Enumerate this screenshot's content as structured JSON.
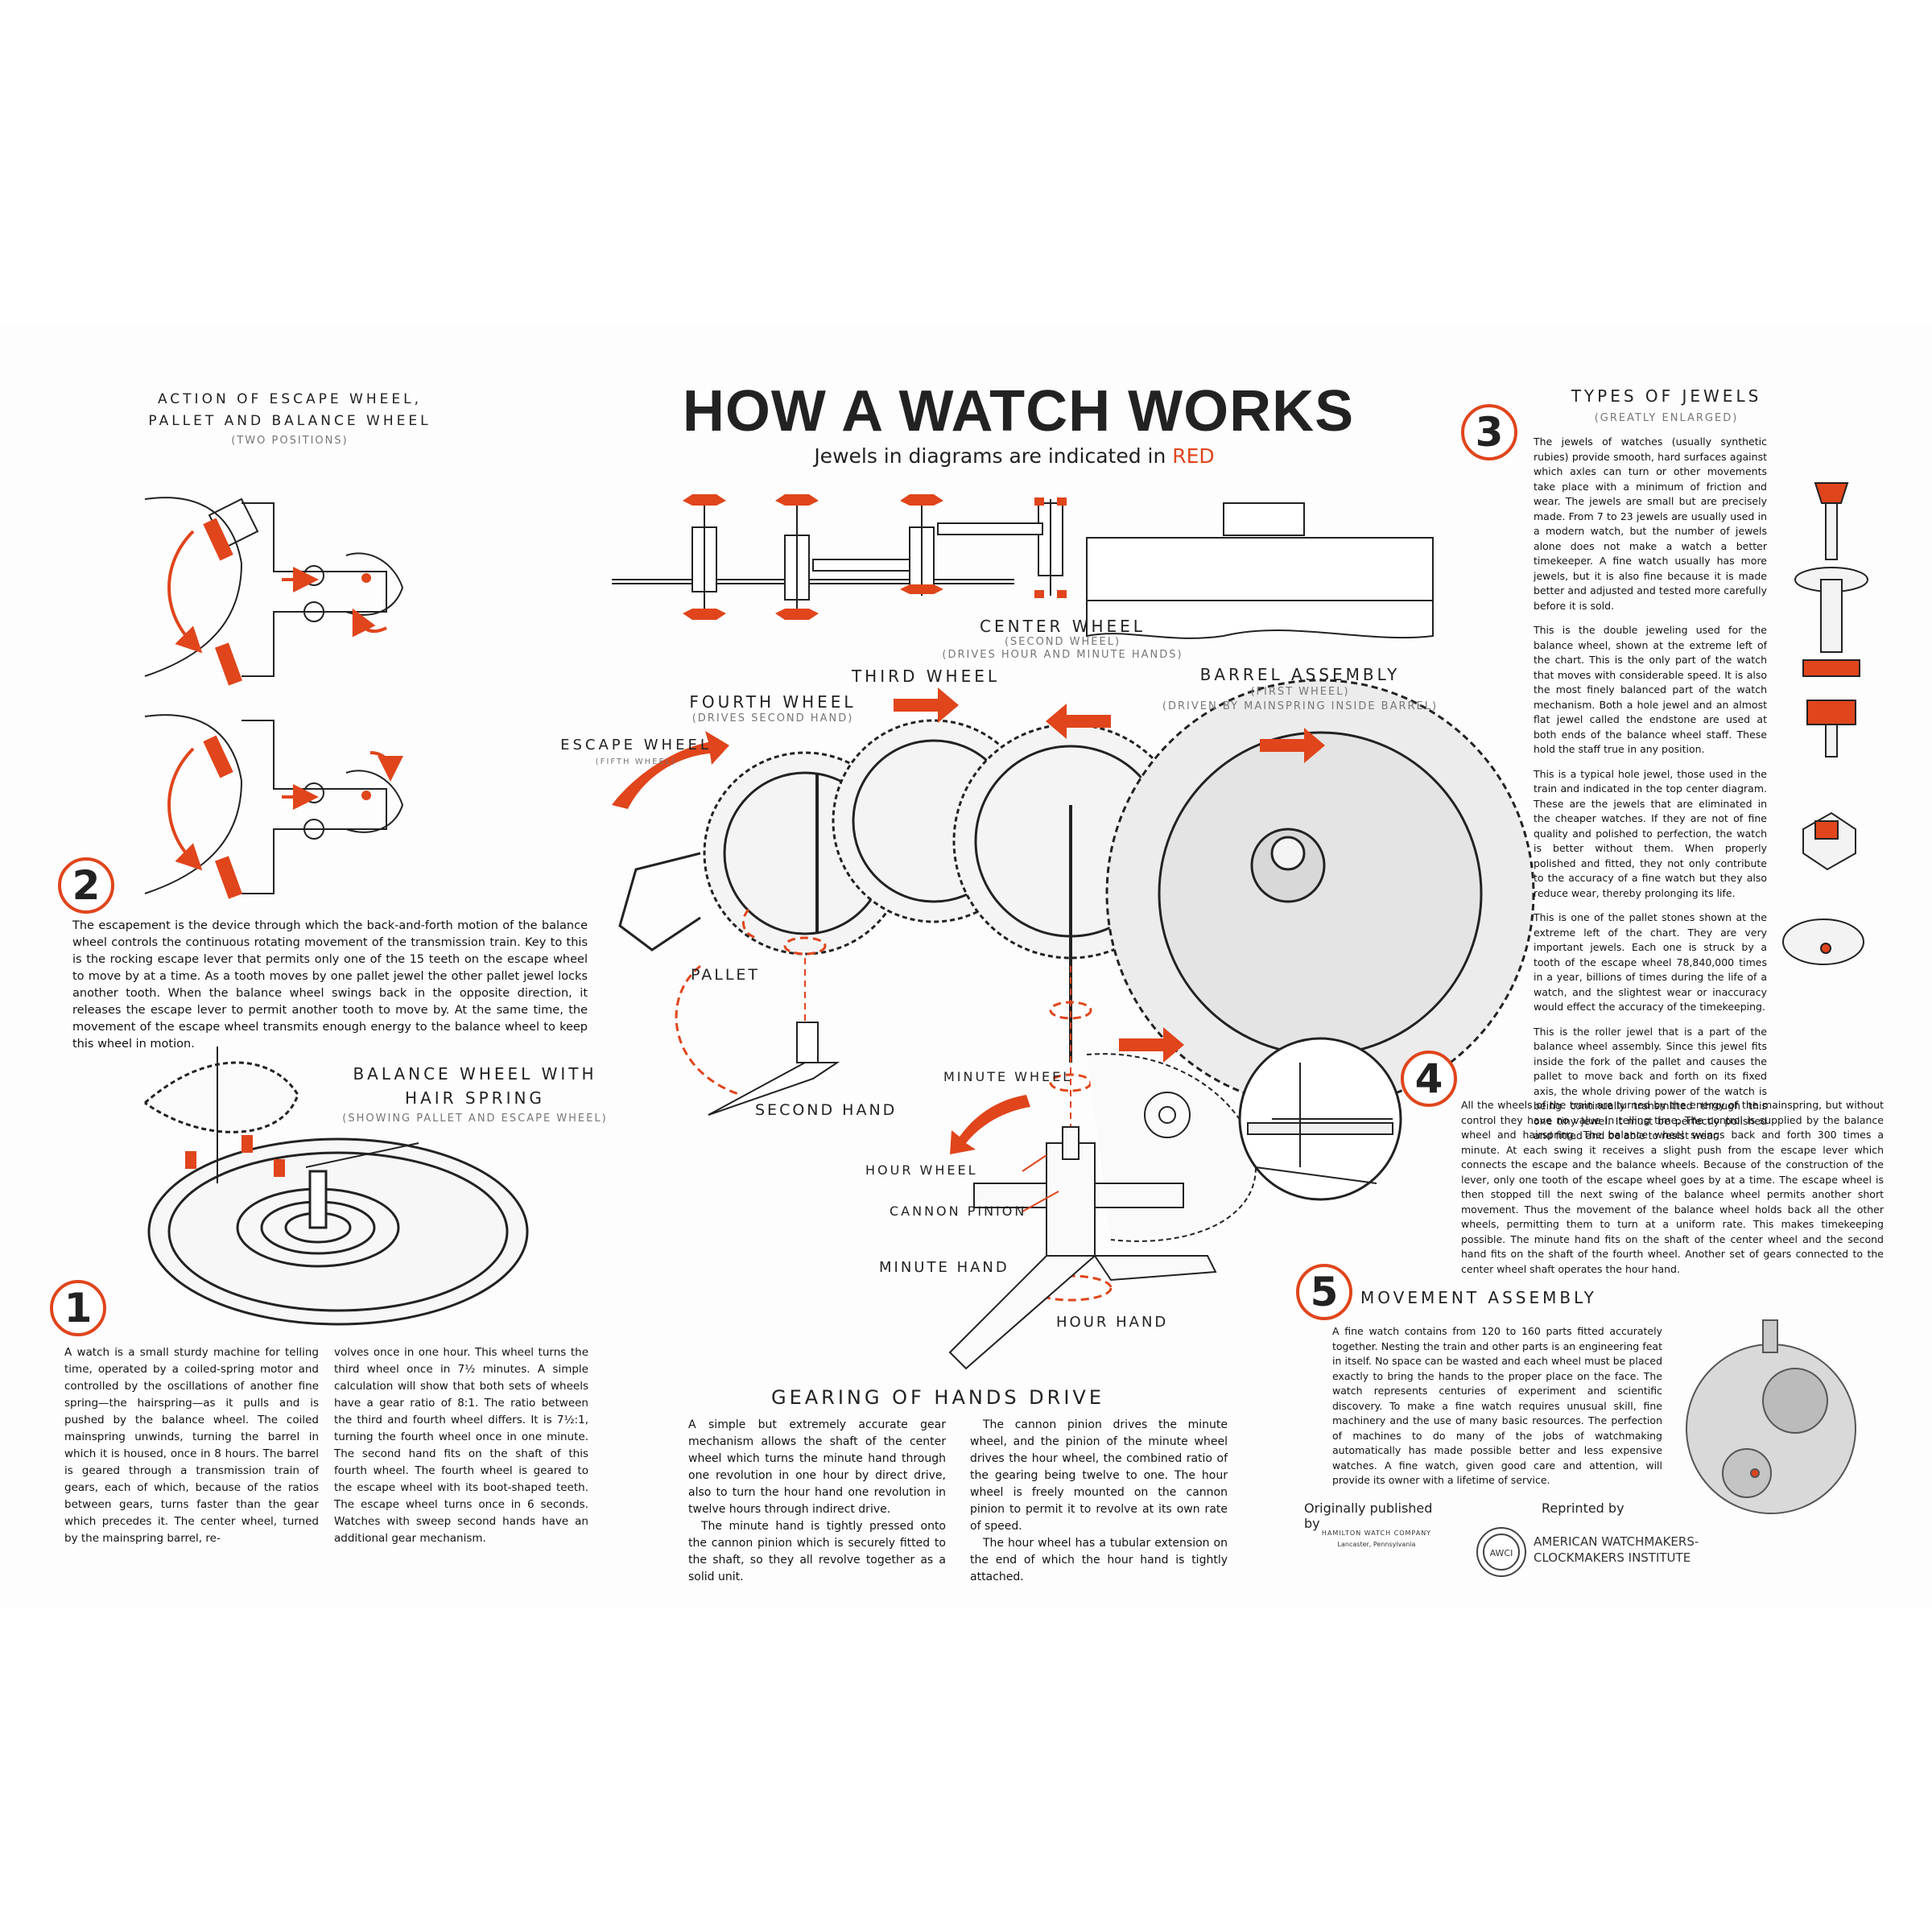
{
  "title": "HOW A WATCH WORKS",
  "subtitle": {
    "prefix": "Jewels in diagrams are indicated in ",
    "red_word": "RED"
  },
  "colors": {
    "accent": "#e0451c",
    "ink": "#222222",
    "background": "#fdfdfd"
  },
  "escape_action": {
    "title_line1": "ACTION OF ESCAPE WHEEL,",
    "title_line2": "PALLET AND BALANCE WHEEL",
    "note": "(TWO POSITIONS)"
  },
  "center_wheel": {
    "label": "CENTER WHEEL",
    "sub1": "(SECOND WHEEL)",
    "sub2": "(DRIVES HOUR AND MINUTE HANDS)"
  },
  "third_wheel": {
    "label": "THIRD WHEEL"
  },
  "barrel": {
    "label": "BARREL ASSEMBLY",
    "sub1": "(FIRST WHEEL)",
    "sub2": "(DRIVEN BY MAINSPRING INSIDE BARREL)"
  },
  "fourth_wheel": {
    "label": "FOURTH WHEEL",
    "sub": "(DRIVES SECOND HAND)"
  },
  "escape_wheel": {
    "label": "ESCAPE WHEEL",
    "sub": "(FIFTH WHEEL)"
  },
  "pallet": "PALLET",
  "second_hand": "SECOND HAND",
  "minute_wheel": "MINUTE WHEEL",
  "hour_wheel": "HOUR WHEEL",
  "cannon_pinion": "CANNON PINION",
  "minute_hand": "MINUTE HAND",
  "hour_hand": "HOUR HAND",
  "section1": {
    "number": "1",
    "col1": "A watch is a small sturdy machine for telling time, operated by a coiled-spring motor and controlled by the oscillations of another fine spring—the hairspring—as it pulls and is pushed by the balance wheel. The coiled mainspring unwinds, turning the barrel in which it is housed, once in 8 hours. The barrel is geared through a transmission train of gears, each of which, because of the ratios between gears, turns faster than the gear which precedes it. The center wheel, turned by the mainspring barrel, re-",
    "col2": "volves once in one hour. This wheel turns the third wheel once in 7½ minutes. A simple calculation will show that both sets of wheels have a gear ratio of 8:1. The ratio between the third and fourth wheel differs. It is 7½:1, turning the fourth wheel once in one minute. The second hand fits on the shaft of this fourth wheel. The fourth wheel is geared to the escape wheel with its boot-shaped teeth. The escape wheel turns once in 6 seconds. Watches with sweep second hands have an additional gear mechanism."
  },
  "section2": {
    "number": "2",
    "text": "The escapement is the device through which the back-and-forth motion of the balance wheel controls the continuous rotating movement of the transmission train. Key to this is the rocking escape lever that permits only one of the 15 teeth on the escape wheel to move by at a time. As a tooth moves by one pallet jewel the other pallet jewel locks another tooth. When the balance wheel swings back in the opposite direction, it releases the escape lever to permit another tooth to move by. At the same time, the movement of the escape wheel transmits enough energy to the balance wheel to keep this wheel in motion."
  },
  "balance": {
    "title_line1": "BALANCE WHEEL WITH",
    "title_line2": "HAIR SPRING",
    "sub": "(SHOWING PALLET AND ESCAPE WHEEL)"
  },
  "section3": {
    "number": "3",
    "title": "TYPES OF JEWELS",
    "sub": "(GREATLY ENLARGED)",
    "paragraphs": [
      "The jewels of watches (usually synthetic rubies) provide smooth, hard surfaces against which axles can turn or other movements take place with a minimum of friction and wear. The jewels are small but are precisely made. From 7 to 23 jewels are usually used in a modern watch, but the number of jewels alone does not make a watch a better timekeeper. A fine watch usually has more jewels, but it is also fine because it is made better and adjusted and tested more carefully before it is sold.",
      "This is the double jeweling used for the balance wheel, shown at the extreme left of the chart. This is the only part of the watch that moves with considerable speed. It is also the most finely balanced part of the watch mechanism. Both a hole jewel and an almost flat jewel called the endstone are used at both ends of the balance wheel staff. These hold the staff true in any position.",
      "This is a typical hole jewel, those used in the train and indicated in the top center diagram. These are the jewels that are eliminated in the cheaper watches. If they are not of fine quality and polished to perfection, the watch is better without them. When properly polished and fitted, they not only contribute to the accuracy of a fine watch but they also reduce wear, thereby prolonging its life.",
      "This is one of the pallet stones shown at the extreme left of the chart. They are very important jewels. Each one is struck by a tooth of the escape wheel 78,840,000 times in a year, billions of times during the life of a watch, and the slightest wear or inaccuracy would effect the accuracy of the timekeeping.",
      "This is the roller jewel that is a part of the balance wheel assembly. Since this jewel fits inside the fork of the pallet and causes the pallet to move back and forth on its fixed axis, the whole driving power of the watch is being continually transmitted through this one tiny jewel. It must be perfectly polished and fitted and be able to resist wear."
    ]
  },
  "section4": {
    "number": "4",
    "text": "All the wheels of the train are turned by the energy of the mainspring, but without control they have no value in telling time. The control is supplied by the balance wheel and hairspring. The balance wheel swings back and forth 300 times a minute. At each swing it receives a slight push from the escape lever which connects the escape and the balance wheels. Because of the construction of the lever, only one tooth of the escape wheel goes by at a time. The escape wheel is then stopped till the next swing of the balance wheel permits another short movement. Thus the movement of the balance wheel holds back all the other wheels, permitting them to turn at a uniform rate. This makes timekeeping possible. The minute hand fits on the shaft of the center wheel and the second hand fits on the shaft of the fourth wheel. Another set of gears connected to the center wheel shaft operates the hour hand."
  },
  "section5": {
    "number": "5",
    "title": "MOVEMENT ASSEMBLY",
    "text": "A fine watch contains from 120 to 160 parts fitted accurately together. Nesting the train and other parts is an engineering feat in itself. No space can be wasted and each wheel must be placed exactly to bring the hands to the proper place on the face. The watch represents centuries of experiment and scientific discovery. To make a fine watch requires unusual skill, fine machinery and the use of many basic resources. The perfection of machines to do many of the jobs of watchmaking automatically has made possible better and less expensive watches. A fine watch, given good care and attention, will provide its owner with a lifetime of service."
  },
  "gearing": {
    "title": "GEARING OF HANDS DRIVE",
    "col1_a": "A simple but extremely accurate gear mechanism allows the shaft of the center wheel which turns the minute hand through one revolution in one hour by direct drive, also to turn the hour hand one revolution in twelve hours through indirect drive.",
    "col1_b": "The minute hand is tightly pressed onto the cannon pinion which is securely fitted to the shaft, so they all revolve together as a solid unit.",
    "col2_a": "The cannon pinion drives the minute wheel, and the pinion of the minute wheel drives the hour wheel, the combined ratio of the gearing being twelve to one. The hour wheel is freely mounted on the cannon pinion to permit it to revolve at its own rate of speed.",
    "col2_b": "The hour wheel has a tubular extension on the end of which the hour hand is tightly attached."
  },
  "credits": {
    "originally": "Originally published by",
    "hamilton": "HAMILTON WATCH COMPANY",
    "hamilton_place": "Lancaster, Pennsylvania",
    "reprinted": "Reprinted by",
    "awci_line1": "AMERICAN WATCHMAKERS-",
    "awci_line2": "CLOCKMAKERS INSTITUTE",
    "awci_seal": "AWCI"
  }
}
